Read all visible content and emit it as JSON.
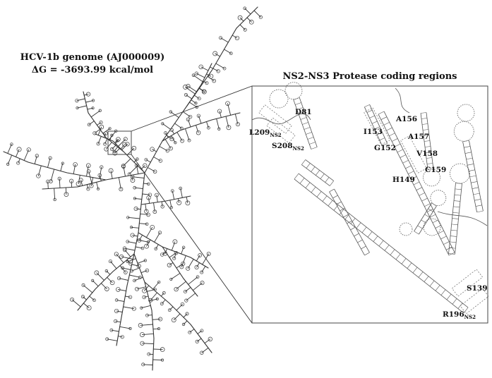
{
  "figure": {
    "genome_title": "HCV-1b genome (AJ000009)",
    "energy": "ΔG = -3693.99 kcal/mol",
    "inset_title": "NS2-NS3 Protease coding regions"
  },
  "residues": [
    {
      "id": "D81",
      "text": "D81",
      "sub": ""
    },
    {
      "id": "L209",
      "text": "L209",
      "sub": "NS2"
    },
    {
      "id": "S208",
      "text": "S208",
      "sub": "NS2"
    },
    {
      "id": "A156",
      "text": "A156",
      "sub": ""
    },
    {
      "id": "I153",
      "text": "I153",
      "sub": ""
    },
    {
      "id": "A157",
      "text": "A157",
      "sub": ""
    },
    {
      "id": "G152",
      "text": "G152",
      "sub": ""
    },
    {
      "id": "V158",
      "text": "V158",
      "sub": ""
    },
    {
      "id": "C159",
      "text": "C159",
      "sub": ""
    },
    {
      "id": "H149",
      "text": "H149",
      "sub": ""
    },
    {
      "id": "S139",
      "text": "S139",
      "sub": ""
    },
    {
      "id": "R196",
      "text": "R196",
      "sub": "NS2"
    }
  ]
}
